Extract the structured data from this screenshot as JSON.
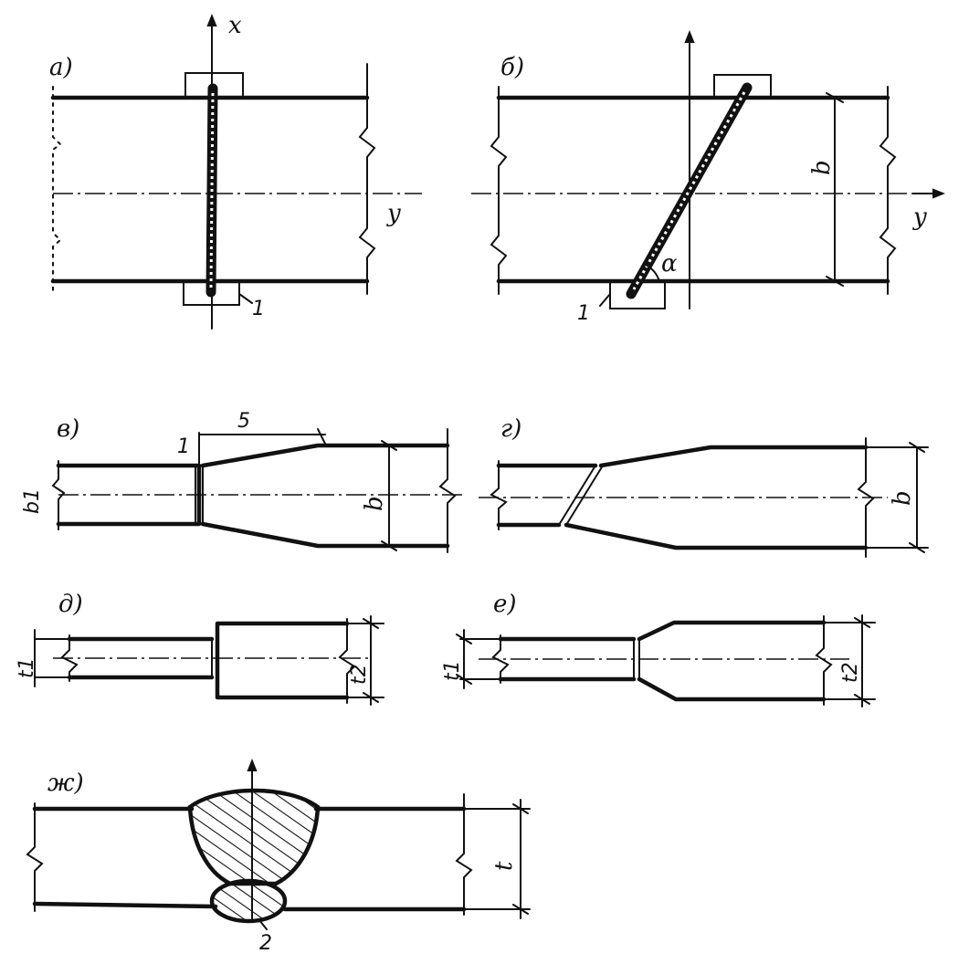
{
  "labels": {
    "a": "а)",
    "b": "б)",
    "v": "в)",
    "g": "г)",
    "d": "д)",
    "e": "е)",
    "zh": "ж)",
    "x": "x",
    "y": "y",
    "y2": "y",
    "one_a": "1",
    "one_b": "1",
    "one_v": "1",
    "five": "5",
    "two": "2",
    "alpha": "α",
    "b_dim_b": "b",
    "b_dim_v": "b",
    "b_dim_g": "b",
    "b1": "b1",
    "t1_d": "t1",
    "t2_d": "t2",
    "t1_e": "t1",
    "t2_e": "t2",
    "t": "t"
  },
  "colors": {
    "ink": "#111111",
    "paper": "#ffffff"
  }
}
